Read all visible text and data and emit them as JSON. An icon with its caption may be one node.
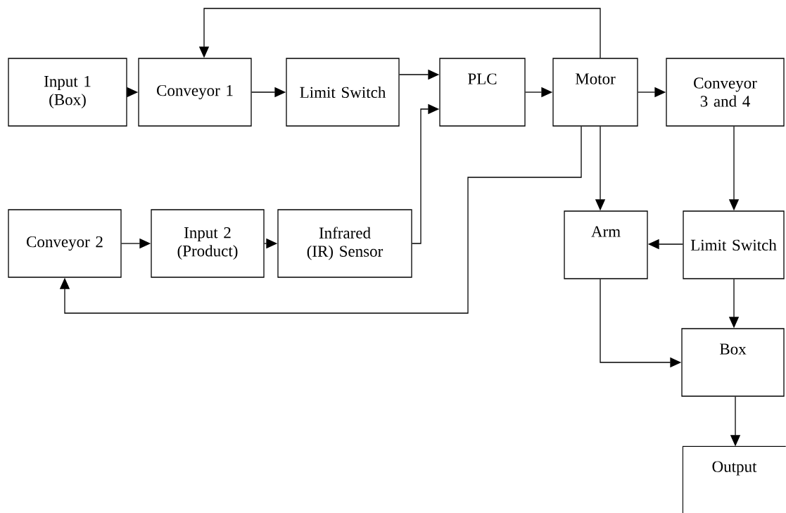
{
  "diagram": {
    "nodes": [
      {
        "text": [
          "Input 1 (Box)"
        ]
      },
      {
        "text": [
          "Conveyor 1"
        ]
      },
      {
        "text": [
          "Limit Switch"
        ]
      },
      {
        "text": [
          "PLC"
        ]
      },
      {
        "text": [
          "Motor"
        ]
      },
      {
        "text": [
          "Conveyor 3 and 4"
        ]
      },
      {
        "text": [
          "Conveyor 2"
        ]
      },
      {
        "text": [
          "Input 2 (Product)"
        ]
      },
      {
        "text": [
          "Infrared (IR) Sensor"
        ]
      },
      {
        "text": [
          "Arm"
        ]
      },
      {
        "text": [
          "Limit Switch"
        ]
      },
      {
        "text": [
          "Box"
        ]
      },
      {
        "text": [
          "Output"
        ]
      }
    ],
    "edges": [
      {
        "from": 0,
        "to": 1,
        "arrow": "to"
      },
      {
        "from": 1,
        "to": 2,
        "arrow": "to"
      },
      {
        "from": 2,
        "to": 3,
        "arrow": "to"
      },
      {
        "from": 8,
        "to": 3,
        "arrow": "to"
      },
      {
        "from": 3,
        "to": 4,
        "arrow": "to"
      },
      {
        "from": 4,
        "to": 5,
        "arrow": "to"
      },
      {
        "from": 4,
        "to": 1,
        "arrow": "to"
      },
      {
        "from": 6,
        "to": 7,
        "arrow": "to"
      },
      {
        "from": 7,
        "to": 8,
        "arrow": "to"
      },
      {
        "from": 4,
        "to": 9,
        "arrow": "to"
      },
      {
        "from": 4,
        "to": 6,
        "arrow": "to"
      },
      {
        "from": 5,
        "to": 10,
        "arrow": "to"
      },
      {
        "from": 10,
        "to": 9,
        "arrow": "to"
      },
      {
        "from": 10,
        "to": 11,
        "arrow": "to"
      },
      {
        "from": 9,
        "to": 11,
        "arrow": "to"
      },
      {
        "from": 11,
        "to": 12,
        "arrow": "to"
      }
    ]
  }
}
